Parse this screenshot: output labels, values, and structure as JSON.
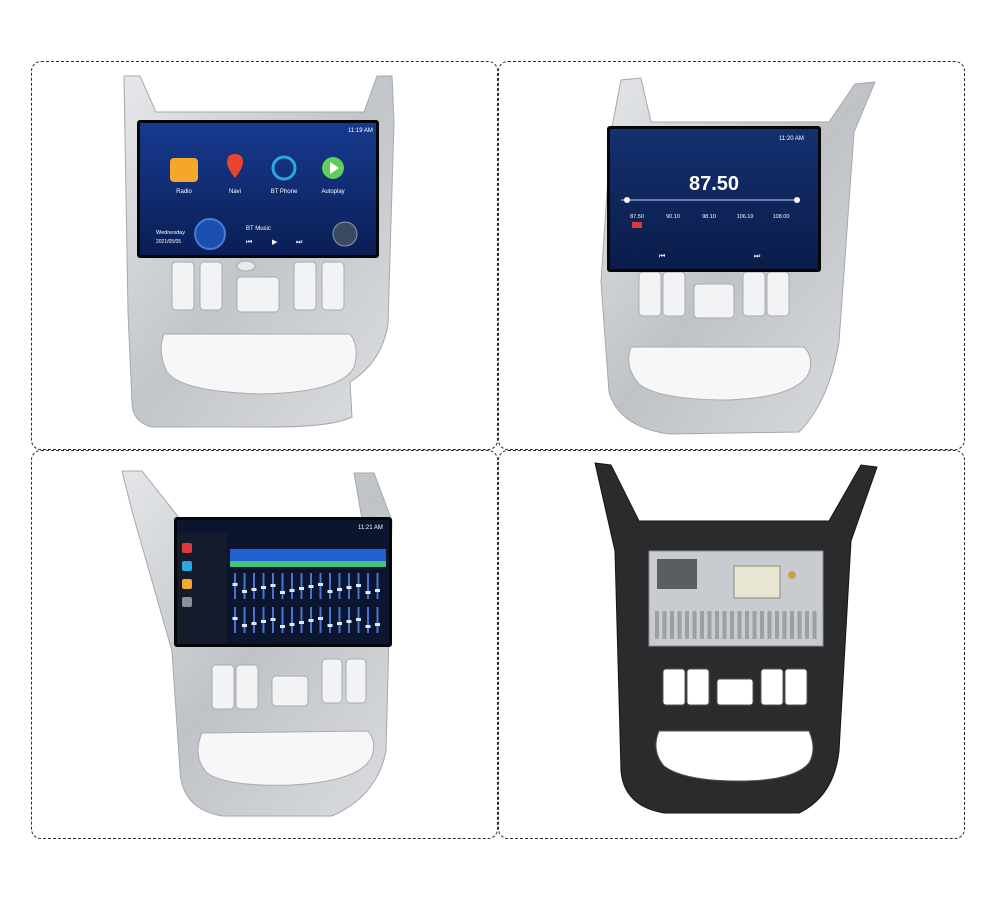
{
  "panel1": {
    "status_time": "11:19 AM",
    "apps": [
      {
        "label": "Radio",
        "icon": "radio-icon",
        "color": "#f4a72a"
      },
      {
        "label": "Navi",
        "icon": "navigation-icon",
        "color": "#e8452c"
      },
      {
        "label": "BT Phone",
        "icon": "phone-icon",
        "color": "#29a9e0"
      },
      {
        "label": "Autoplay",
        "icon": "autoplay-icon",
        "color": "#5fce5a"
      }
    ],
    "day": "Wednesday",
    "date": "2021/05/05",
    "music_label": "BT Music"
  },
  "panel2": {
    "status_time": "11:20 AM",
    "frequency": "87.50",
    "presets": [
      "87.50",
      "90.10",
      "98.10",
      "106.10",
      "108.00"
    ]
  },
  "panel3": {
    "status_time": "11:21 AM"
  },
  "colors": {
    "frame_silver": "#c9ccd0",
    "frame_black": "#2b2b2d",
    "screen_blue": "#0f2f7a",
    "accent_red": "#d93b3b"
  }
}
